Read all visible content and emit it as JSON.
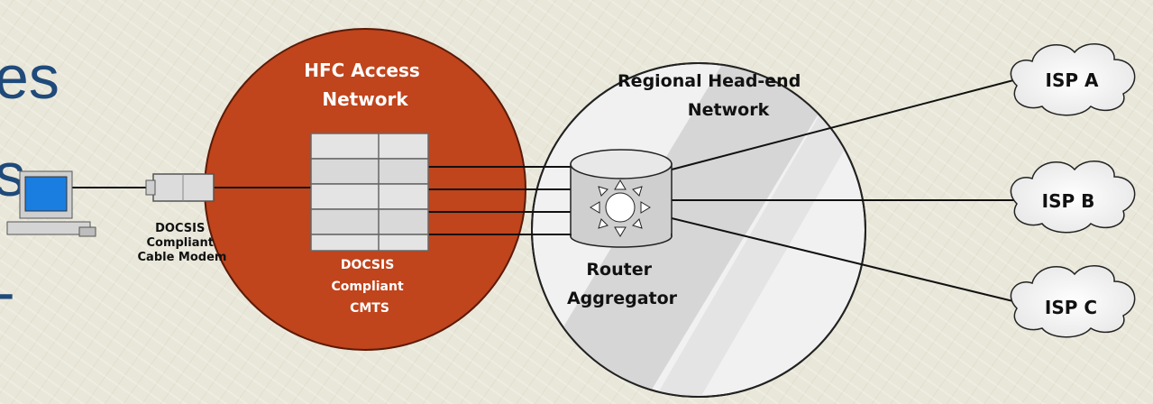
{
  "slide": {
    "fragments": [
      "es",
      "s",
      "-"
    ]
  },
  "diagram": {
    "hfc_network_label": [
      "HFC Access",
      "Network"
    ],
    "cmts_label": [
      "DOCSIS",
      "Compliant",
      "CMTS"
    ],
    "modem_label": [
      "DOCSIS",
      "Compliant",
      "Cable Modem"
    ],
    "regional_label": [
      "Regional Head-end",
      "Network"
    ],
    "router_label": [
      "Router",
      "Aggregator"
    ],
    "isps": [
      "ISP A",
      "ISP B",
      "ISP C"
    ],
    "colors": {
      "hfc_fill": "#c0441c",
      "regional_fill": "#f1f1f1",
      "stripe": "#d4d4d4",
      "line": "#111111"
    }
  }
}
